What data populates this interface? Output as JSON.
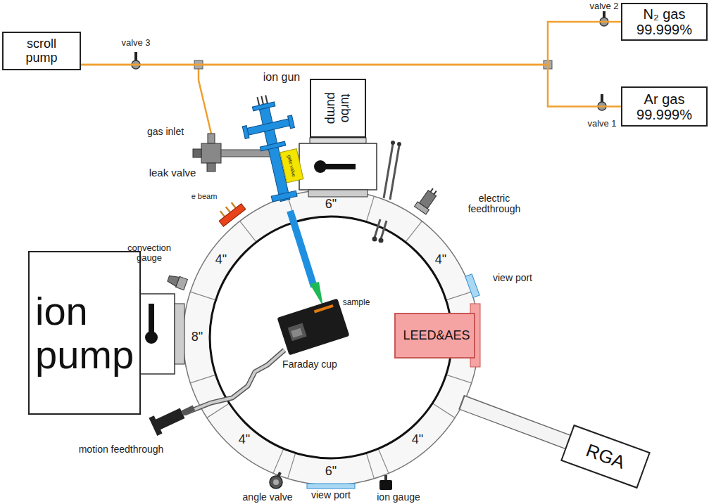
{
  "diagram": {
    "nodes": [
      {
        "text": [
          "scroll pump"
        ]
      },
      {
        "text": [
          "N₂ gas",
          "99.999%"
        ]
      },
      {
        "text": [
          "Ar gas",
          "99.999%"
        ]
      },
      {
        "text": [
          "turbo pump"
        ]
      },
      {
        "text": [
          "ion pump"
        ]
      },
      {
        "text": [
          "LEED&AES"
        ]
      },
      {
        "text": [
          "RGA"
        ]
      }
    ],
    "edges": [
      {
        "from": 0,
        "to": 1,
        "arrow": "none"
      },
      {
        "from": 0,
        "to": 2,
        "arrow": "none"
      }
    ],
    "labels": [
      "valve 3",
      "valve 2",
      "valve 1",
      "ion gun",
      "gas inlet",
      "leak valve",
      "gate valve",
      "e beam",
      "convection gauge",
      "6\"",
      "4\"",
      "4\"",
      "8\"",
      "sample",
      "Faraday cup",
      "electric feedthrough",
      "view port",
      "motion feedthrough",
      "4\"",
      "6\"",
      "4\"",
      "angle valve",
      "view port",
      "ion gauge"
    ]
  }
}
